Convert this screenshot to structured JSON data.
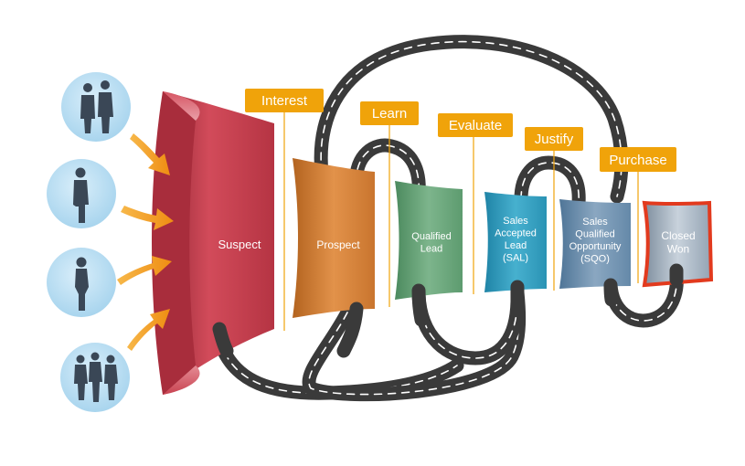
{
  "stages": [
    {
      "id": "suspect",
      "lines": [
        "Suspect"
      ]
    },
    {
      "id": "prospect",
      "lines": [
        "Prospect"
      ]
    },
    {
      "id": "qualified-lead",
      "lines": [
        "Qualified",
        "Lead"
      ]
    },
    {
      "id": "sal",
      "lines": [
        "Sales",
        "Accepted",
        "Lead",
        "(SAL)"
      ]
    },
    {
      "id": "sqo",
      "lines": [
        "Sales",
        "Qualified",
        "Opportunity",
        "(SQO)"
      ]
    },
    {
      "id": "closed-won",
      "lines": [
        "Closed",
        "Won"
      ]
    }
  ],
  "phase_tags": [
    {
      "id": "interest",
      "label": "Interest"
    },
    {
      "id": "learn",
      "label": "Learn"
    },
    {
      "id": "evaluate",
      "label": "Evaluate"
    },
    {
      "id": "justify",
      "label": "Justify"
    },
    {
      "id": "purchase",
      "label": "Purchase"
    }
  ],
  "people_icons": [
    {
      "id": "business-pair",
      "icon": "two-people-icon"
    },
    {
      "id": "single-man",
      "icon": "person-icon"
    },
    {
      "id": "single-woman",
      "icon": "person-icon"
    },
    {
      "id": "group",
      "icon": "group-icon"
    }
  ],
  "colors": {
    "tag": "#f0a30a",
    "road": "#3a3a3a",
    "road_dash": "#ffffff",
    "arrow": "#f5a623",
    "circle": "#b9dff3",
    "silhouette": "#3a4756",
    "suspect": "#c9414f",
    "prospect": "#d27a2e",
    "qualified_lead": "#5e9e72",
    "sal": "#2c97b8",
    "sqo": "#5f86a8",
    "closed_won": "#9aa9b8",
    "closed_won_border": "#e23a1e"
  }
}
